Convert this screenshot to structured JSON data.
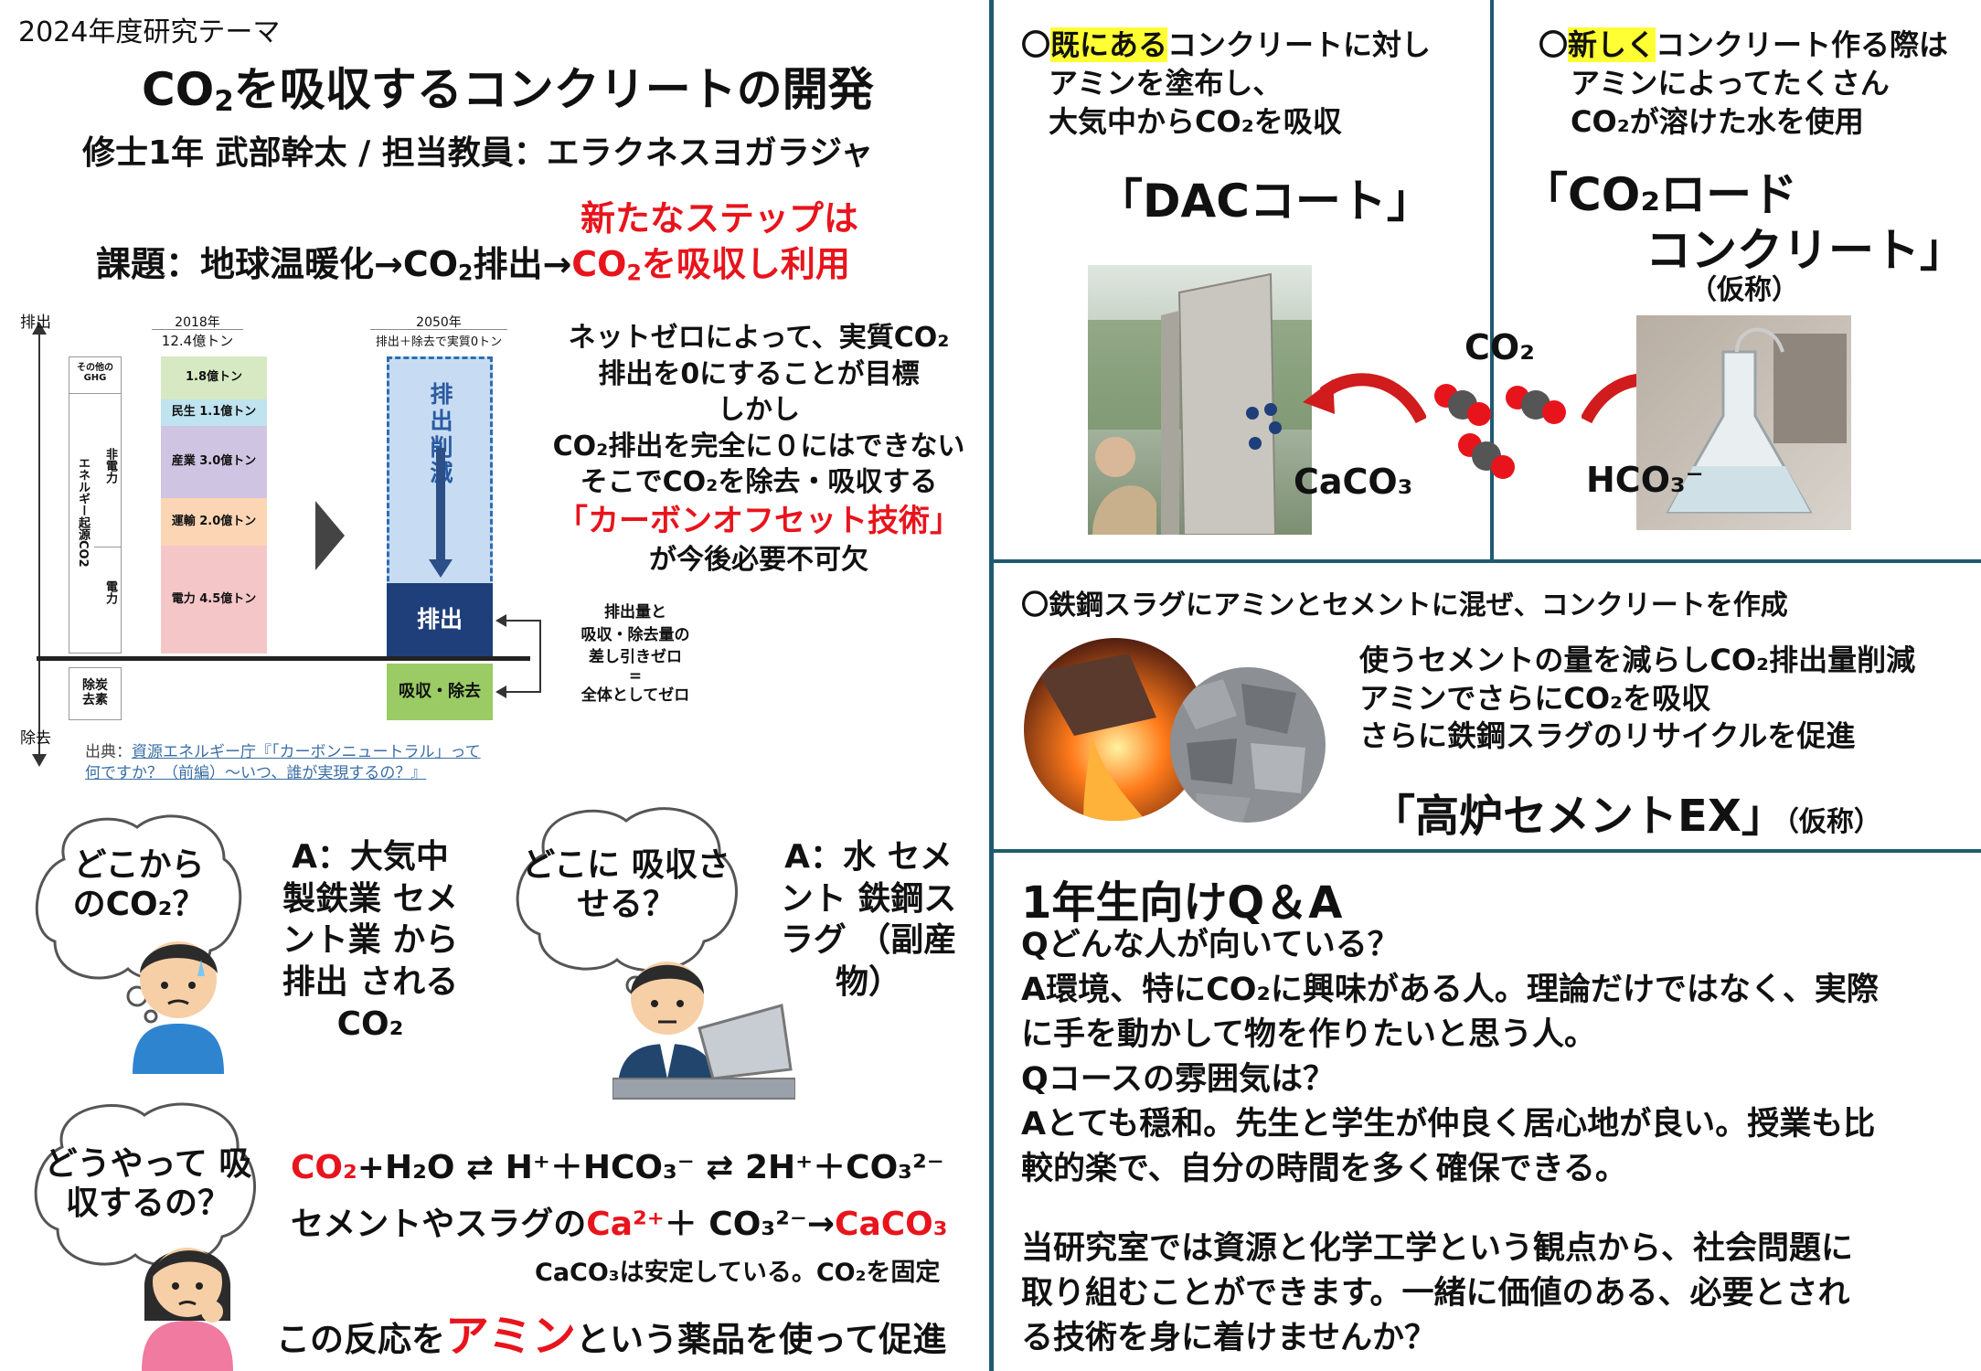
{
  "header": {
    "year_label": "2024年度研究テーマ",
    "title_pre": "CO",
    "title_sub": "2",
    "title_post": "を吸収するコンクリートの開発",
    "authors": "修士1年 武部幹太 / 担当教員：エラクネスヨガラジャ"
  },
  "issue": {
    "new_step": "新たなステップは",
    "label": "課題：地球温暖化→CO",
    "sub": "2",
    "mid": "排出→",
    "red_pre": "CO",
    "red_sub": "2",
    "red_post": "を吸収し利用"
  },
  "diagram": {
    "emission_label": "排出",
    "removal_label": "除去",
    "col2018_year": "2018年",
    "col2018_total": "12.4億トン",
    "col2050_year": "2050年",
    "col2050_total": "排出＋除去で実質0トン",
    "other_ghg": "その他の GHG",
    "energy_co2": "エネルギー起源CO2",
    "non_power": "非電力",
    "power": "電力",
    "carbon_removal": "除炭去素",
    "segments": [
      {
        "label": "1.8億トン",
        "value": 1.8,
        "color": "#d6e9c3"
      },
      {
        "label": "民生 1.1億トン",
        "value": 1.1,
        "color": "#bfe3ef"
      },
      {
        "label": "産業 3.0億トン",
        "value": 3.0,
        "color": "#cfc4e2"
      },
      {
        "label": "運輸 2.0億トン",
        "value": 2.0,
        "color": "#fcd5b5"
      },
      {
        "label": "電力 4.5億トン",
        "value": 4.5,
        "color": "#f5c6c8"
      }
    ],
    "reduce_label": "排出削減",
    "emit_label": "排出",
    "absorb_label": "吸収・除去",
    "net_zero_note_1": "排出量と",
    "net_zero_note_2": "吸収・除去量の",
    "net_zero_note_3": "差し引きゼロ",
    "net_zero_note_4": "=",
    "net_zero_note_5": "全体としてゼロ",
    "citation_prefix": "出典：",
    "citation_link_1": "資源エネルギー庁『「カーボンニュートラル」って",
    "citation_link_2": "何ですか？（前編）～いつ、誰が実現するの？』"
  },
  "netzero": {
    "line1": "ネットゼロによって、実質CO₂",
    "line2": "排出を0にすることが目標",
    "line3": "しかし",
    "line4": "CO₂排出を完全に０にはできない",
    "line5": "そこでCO₂を除去・吸収する",
    "line6": "「カーボンオフセット技術」",
    "line7": "が今後必要不可欠"
  },
  "qa_bubbles": {
    "q1": "どこから のCO₂？",
    "a1": "A：大気中 製鉄業 セメント業 から排出 されるCO₂",
    "q2": "どこに 吸収させる？",
    "a2": "A：水 セメント 鉄鋼スラグ （副産物）",
    "q3": "どうやって 吸収するの？"
  },
  "reaction": {
    "eq1_red": "CO₂",
    "eq1_rest": "+H₂O ⇄ H⁺＋HCO₃⁻ ⇄ 2H⁺＋CO₃²⁻",
    "eq2_pre": "セメントやスラグの",
    "eq2_ca": "Ca²⁺",
    "eq2_mid": "＋ CO₃²⁻→",
    "eq2_red": "CaCO₃",
    "note": "CaCO₃は安定している。CO₂を固定",
    "promote_pre": "この反応を",
    "promote_red": "アミン",
    "promote_post": "という薬品を使って促進"
  },
  "dac": {
    "circle": "〇",
    "highlight": "既にある",
    "line1_rest": "コンクリートに対し",
    "line2": "アミンを塗布し、",
    "line3": "大気中からCO₂を吸収",
    "product": "「DACコート」",
    "photo_label": "CaCO₃"
  },
  "molecule_label": "CO₂",
  "road": {
    "circle": "〇",
    "highlight": "新しく",
    "line1_rest": "コンクリート作る際は",
    "line2": "アミンによってたくさん",
    "line3": "CO₂が溶けた水を使用",
    "product_1": "「CO₂ロード",
    "product_2": "コンクリート」",
    "tentative": "（仮称）",
    "photo_label": "HCO₃⁻"
  },
  "slag": {
    "header": "〇鉄鋼スラグにアミンとセメントに混ぜ、コンクリートを作成",
    "line1": "使うセメントの量を減らしCO₂排出量削減",
    "line2": "アミンでさらにCO₂を吸収",
    "line3": "さらに鉄鋼スラグのリサイクルを促進",
    "product": "「高炉セメントEX」",
    "tentative": "（仮称）"
  },
  "faq": {
    "title": "1年生向けQ＆A",
    "q1": "Qどんな人が向いている？",
    "a1_1": "A環境、特にCO₂に興味がある人。理論だけではなく、実際",
    "a1_2": "に手を動かして物を作りたいと思う人。",
    "q2": "Qコースの雰囲気は？",
    "a2_1": "Aとても穏和。先生と学生が仲良く居心地が良い。授業も比",
    "a2_2": "較的楽で、自分の時間を多く確保できる。",
    "closing_1": "当研究室では資源と化学工学という観点から、社会問題に",
    "closing_2": "取り組むことができます。一緒に価値のある、必要とされ",
    "closing_3": "る技術を身に着けませんか？"
  },
  "colors": {
    "divider": "#1f5b6f",
    "red": "#e8141c",
    "highlight": "#ffff33",
    "dark_blue": "#1f3f7a"
  }
}
